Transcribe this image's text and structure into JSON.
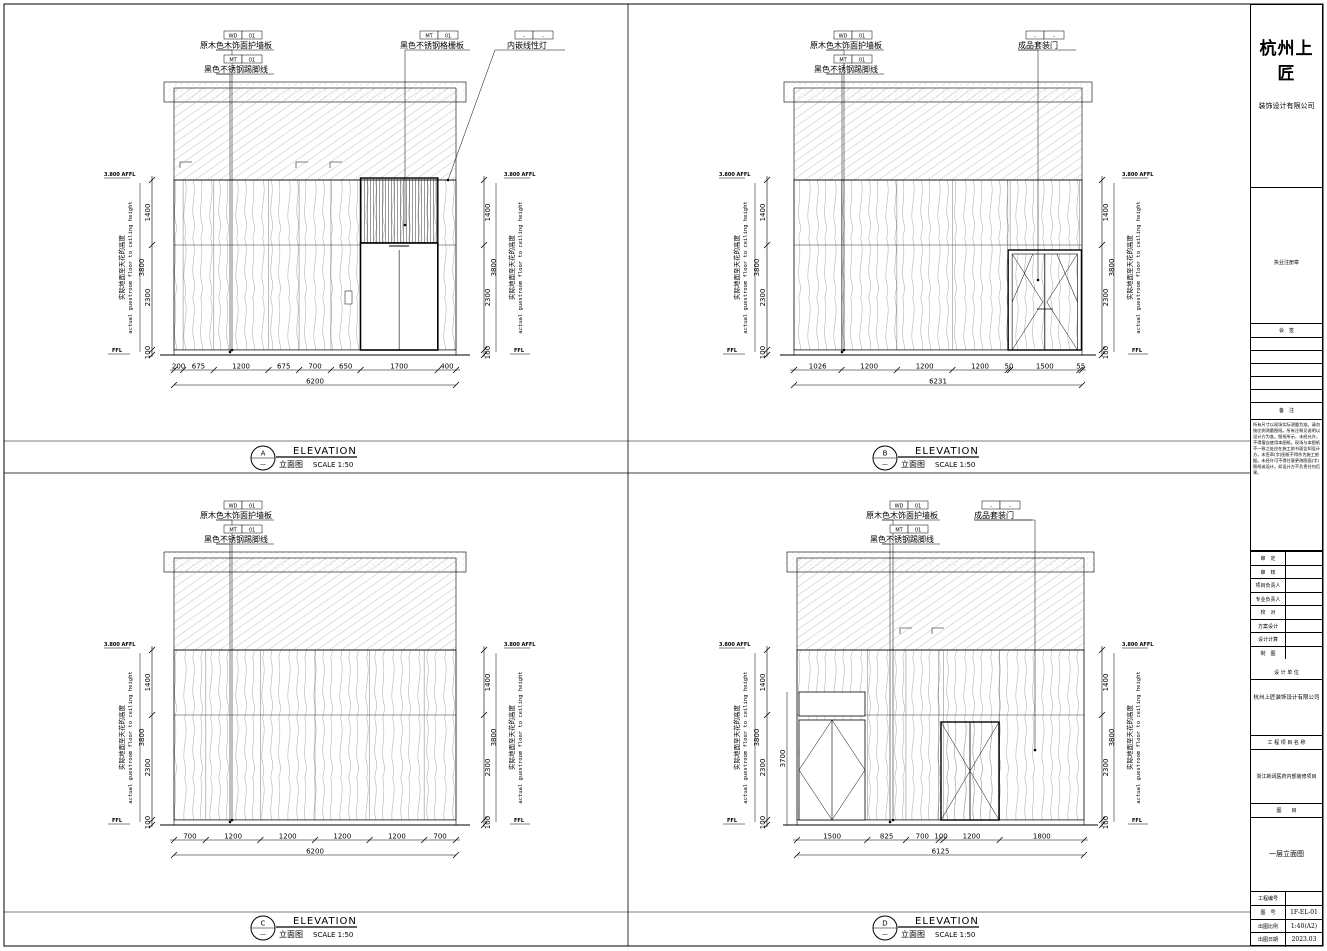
{
  "elevations": [
    {
      "id": "A",
      "tag_sub": "—",
      "title": "ELEVATION",
      "subtitle": "立面图",
      "scale": "SCALE 1:50",
      "level_top": "3.800 AFFL",
      "level_bottom": "FFL",
      "height_note_cn": "实际地面至天花的高度",
      "height_note_en": "actual guestroom floor to ceiling height",
      "left_dims": [
        "1400",
        "3800",
        "2300",
        "100"
      ],
      "right_dims": [
        "1400",
        "3800",
        "2300",
        "100"
      ],
      "bottom_dims": [
        "200",
        "675",
        "1200",
        "675",
        "700",
        "650",
        "1700",
        "400"
      ],
      "total_dim": "6200",
      "callouts": [
        {
          "code": "WD",
          "num": "01",
          "text": "原木色木饰面护墙板"
        },
        {
          "code": "MT",
          "num": "01",
          "text": "黑色不锈钢踢脚线"
        },
        {
          "code": "MT",
          "num": "01",
          "text": "黑色不锈钢格栅板"
        },
        {
          "code": "-",
          "num": "-",
          "text": "内嵌线性灯"
        }
      ]
    },
    {
      "id": "B",
      "tag_sub": "—",
      "title": "ELEVATION",
      "subtitle": "立面图",
      "scale": "SCALE 1:50",
      "level_top": "3.800 AFFL",
      "level_bottom": "FFL",
      "height_note_cn": "实际地面至天花的高度",
      "height_note_en": "actual guestroom floor to ceiling height",
      "left_dims": [
        "1400",
        "3800",
        "2300",
        "100"
      ],
      "right_dims": [
        "1400",
        "3800",
        "2300",
        "100"
      ],
      "bottom_dims": [
        "1026",
        "1200",
        "1200",
        "1200",
        "50",
        "1500",
        "55"
      ],
      "total_dim": "6231",
      "callouts": [
        {
          "code": "WD",
          "num": "01",
          "text": "原木色木饰面护墙板"
        },
        {
          "code": "MT",
          "num": "01",
          "text": "黑色不锈钢踢脚线"
        },
        {
          "code": "-",
          "num": "-",
          "text": "成品套装门"
        }
      ]
    },
    {
      "id": "C",
      "tag_sub": "—",
      "title": "ELEVATION",
      "subtitle": "立面图",
      "scale": "SCALE 1:50",
      "level_top": "3.800 AFFL",
      "level_bottom": "FFL",
      "height_note_cn": "实际地面至天花的高度",
      "height_note_en": "actual guestroom floor to ceiling height",
      "left_dims": [
        "1400",
        "3800",
        "2300",
        "100"
      ],
      "right_dims": [
        "1400",
        "3800",
        "2300",
        "100"
      ],
      "bottom_dims": [
        "700",
        "1200",
        "1200",
        "1200",
        "1200",
        "700"
      ],
      "total_dim": "6200",
      "callouts": [
        {
          "code": "WD",
          "num": "01",
          "text": "原木色木饰面护墙板"
        },
        {
          "code": "MT",
          "num": "01",
          "text": "黑色不锈钢踢脚线"
        }
      ]
    },
    {
      "id": "D",
      "tag_sub": "—",
      "title": "ELEVATION",
      "subtitle": "立面图",
      "scale": "SCALE 1:50",
      "level_top": "3.800 AFFL",
      "level_bottom": "FFL",
      "height_note_cn": "实际地面至天花的高度",
      "height_note_en": "actual guestroom floor to ceiling height",
      "left_dims": [
        "1400",
        "3800",
        "2300",
        "100"
      ],
      "left_extra_dim": "3700",
      "right_dims": [
        "1400",
        "3800",
        "2300",
        "100"
      ],
      "bottom_dims": [
        "1500",
        "825",
        "700",
        "100",
        "1200",
        "1800"
      ],
      "total_dim": "6125",
      "callouts": [
        {
          "code": "WD",
          "num": "01",
          "text": "原木色木饰面护墙板"
        },
        {
          "code": "MT",
          "num": "01",
          "text": "黑色不锈钢踢脚线"
        },
        {
          "code": "-",
          "num": "-",
          "text": "成品套装门"
        }
      ]
    }
  ],
  "title_block": {
    "company": "杭州上匠",
    "company_sub": "装饰设计有限公司",
    "registration": "执业注册章",
    "countersign": "会　签",
    "remarks_label": "备　注",
    "remarks_text": "所有尺寸以现场实际测量为准。请勿按比例测量图纸。所有注释见说明以设计方为准。图纸所示，未经允许，不得擅自使用本图纸。现场与本图纸不一致之处应在施工前书面告知设计方。未签章(字)图纸不得作为施工依据。未经许可不得任意更改图面(字)图纸或设计。如设计方不负责任何后果。",
    "roles": [
      "审　定",
      "审　核",
      "项目负责人",
      "专业负责人",
      "校　对",
      "方案设计",
      "设计计算",
      "制　图"
    ],
    "design_unit_label": "设 计 单 位",
    "design_unit": "杭州上匠装饰设计有限公司",
    "project_name_label": "工 程 项 目 名 称",
    "project_name": "浙江新阔医药内部装修项目",
    "drawing_title_label": "图　　目",
    "drawing_title": "一层立面图",
    "project_no_label": "工程编号",
    "project_no": "",
    "drawing_no_label": "图　号",
    "drawing_no": "1F-EL-01",
    "scale_label": "出图比例",
    "scale": "1:40(A2)",
    "date_label": "出图日期",
    "date": "2023.03"
  }
}
